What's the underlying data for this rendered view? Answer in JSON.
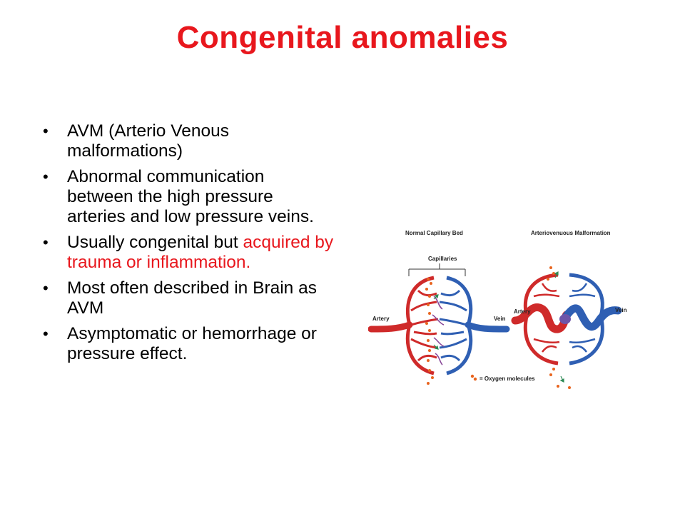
{
  "slide": {
    "title": "Congenital anomalies",
    "bullets": [
      {
        "text": "AVM  (Arterio Venous malformations)"
      },
      {
        "text": "Abnormal communication between the high pressure arteries and  low pressure veins."
      },
      {
        "text_before": "Usually congenital but ",
        "text_accent": "acquired by trauma or inflammation."
      },
      {
        "text": "Most often described in Brain as AVM"
      },
      {
        "text": "Asymptomatic or hemorrhage or pressure effect."
      }
    ],
    "colors": {
      "title": "#e8171d",
      "accent": "#e8171d",
      "artery": "#cf2a2a",
      "vein": "#2f5fb3"
    }
  },
  "diagram": {
    "left_title": "Normal Capillary Bed",
    "right_title": "Arteriovenuous Malformation",
    "capillaries_label": "Capillaries",
    "left_artery": "Artery",
    "left_vein": "Vein",
    "right_artery": "Artery",
    "right_vein": "Vein",
    "legend": "= Oxygen molecules"
  }
}
